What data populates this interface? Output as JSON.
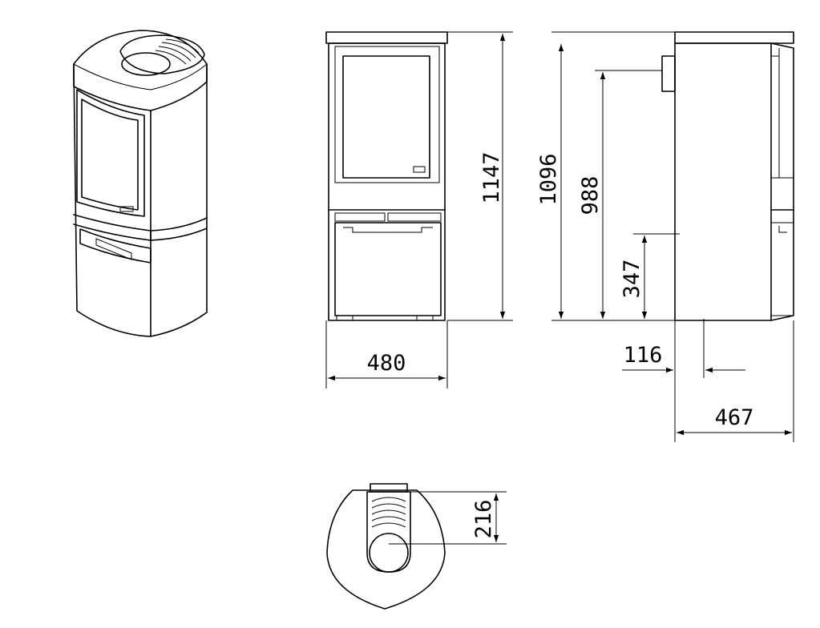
{
  "dimensions": {
    "total_height": "1147",
    "side_height": "1096",
    "outlet_height": "988",
    "inlet_height": "347",
    "width": "480",
    "inlet_offset": "116",
    "depth": "467",
    "top_outlet_offset": "216"
  }
}
